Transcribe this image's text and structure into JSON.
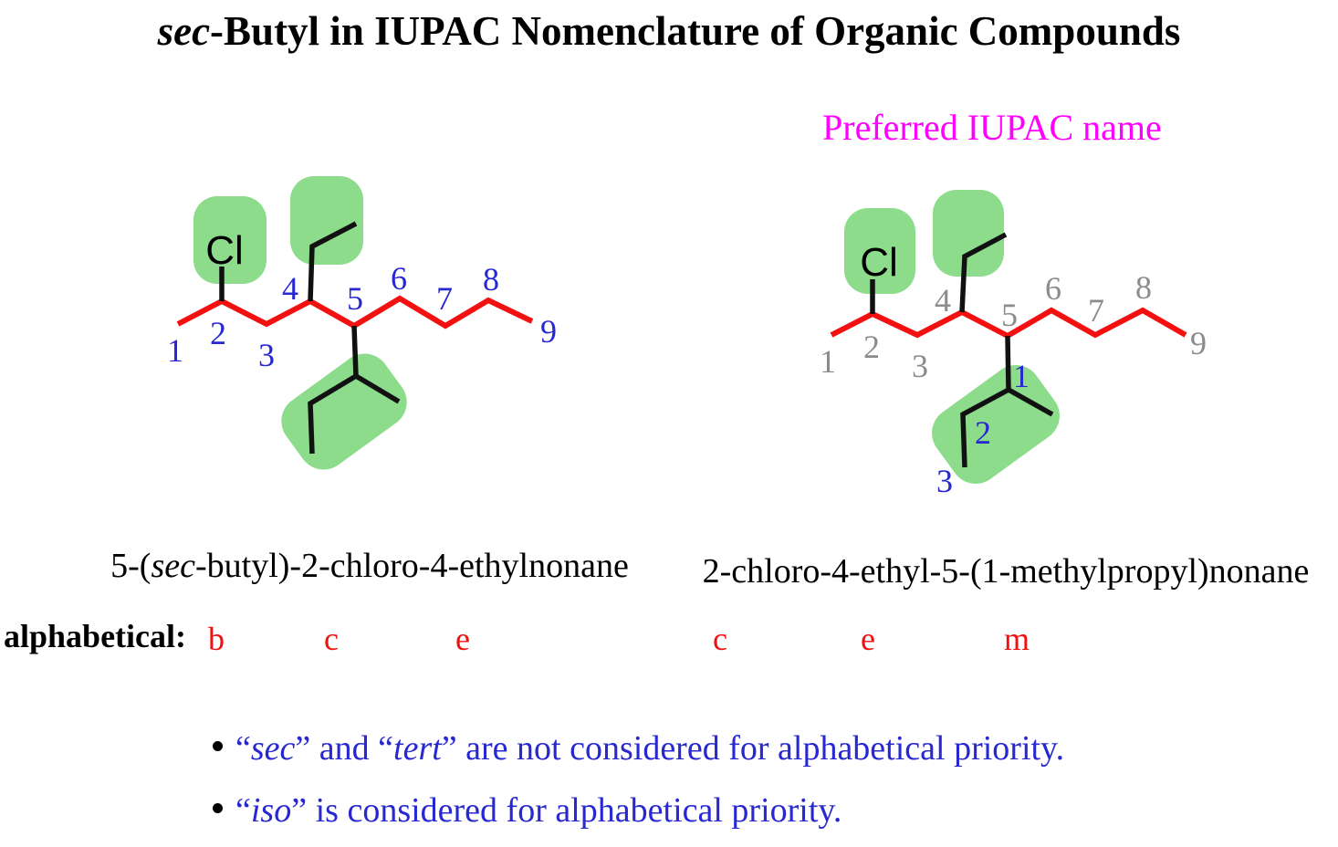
{
  "title": {
    "italic_part": "sec",
    "rest_part": "-Butyl in IUPAC Nomenclature of Organic Compounds"
  },
  "preferred_label": "Preferred IUPAC name",
  "left": {
    "cl_label": "Cl",
    "numbers": [
      "1",
      "2",
      "3",
      "4",
      "5",
      "6",
      "7",
      "8",
      "9"
    ],
    "name_pre": "5-(",
    "name_italic": "sec",
    "name_post": "-butyl)-2-chloro-4-ethylnonane"
  },
  "right": {
    "cl_label": "Cl",
    "numbers": [
      "1",
      "2",
      "3",
      "4",
      "5",
      "6",
      "7",
      "8",
      "9"
    ],
    "sub_numbers": [
      "1",
      "2",
      "3"
    ],
    "name": "2-chloro-4-ethyl-5-(1-methylpropyl)nonane"
  },
  "alphabetical": {
    "label": "alphabetical:",
    "letters": [
      "b",
      "c",
      "e",
      "c",
      "e",
      "m"
    ]
  },
  "bullets": {
    "b1_open": "“",
    "b1_term1": "sec",
    "b1_mid": "” and “",
    "b1_term2": "tert",
    "b1_rest": "” are not considered for alphabetical priority.",
    "b2_open": "“",
    "b2_term": "iso",
    "b2_rest": "” is considered for alphabetical priority."
  },
  "colors": {
    "chain-red": "#f21010",
    "highlight-green": "#8cdc8c",
    "number-blue": "#2828d2",
    "number-gray": "#8c8c8c",
    "magenta": "#ff00ff",
    "bond-black": "#111111"
  }
}
